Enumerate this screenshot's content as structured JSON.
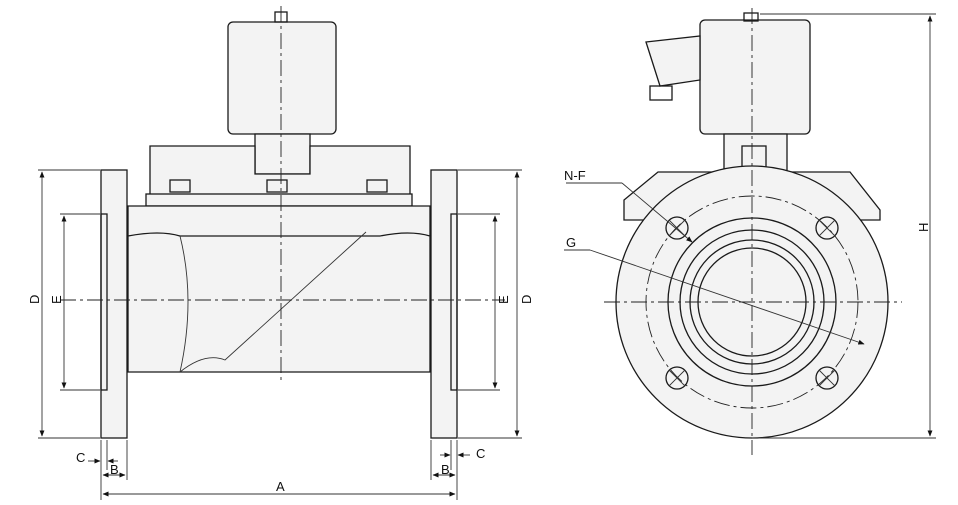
{
  "labels": {
    "A": "A",
    "B_left": "B",
    "B_right": "B",
    "C_left": "C",
    "C_right": "C",
    "D_left": "D",
    "D_right": "D",
    "E_left": "E",
    "E_right": "E",
    "H": "H",
    "NF": "N-F",
    "G": "G"
  }
}
